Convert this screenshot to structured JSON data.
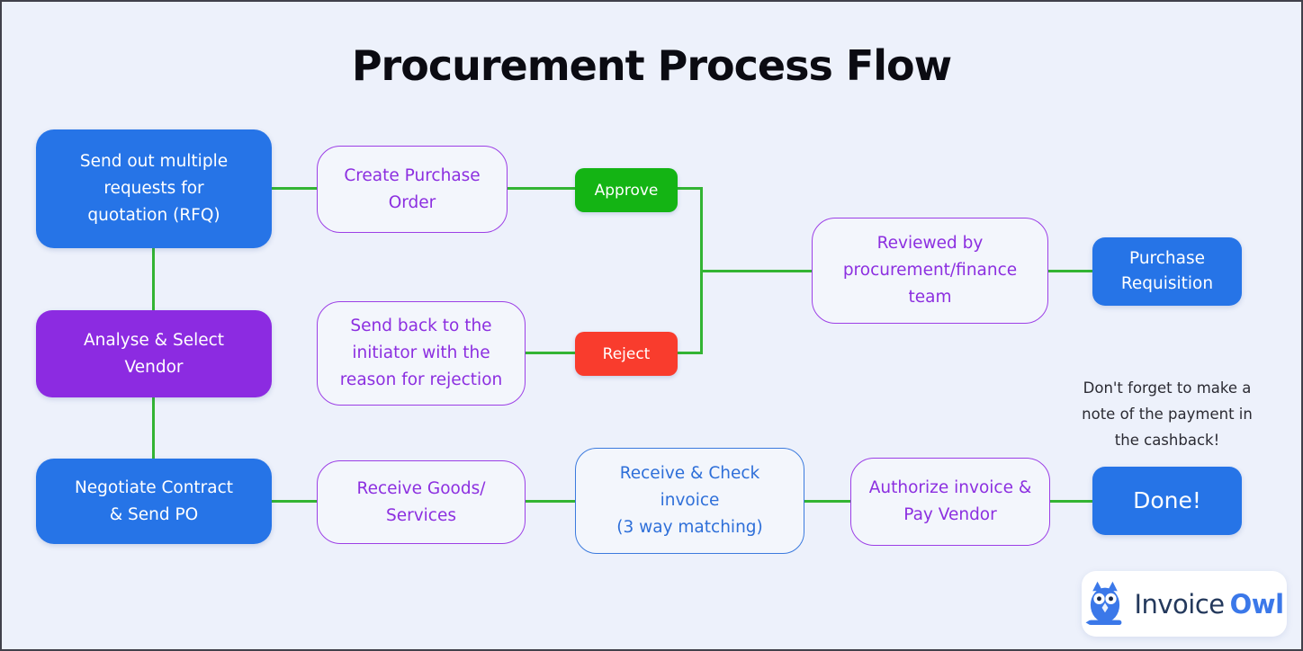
{
  "page": {
    "title": "Procurement Process Flow"
  },
  "colors": {
    "bg": "#edf1fb",
    "frame": "#41414b",
    "title": "#0b0b12",
    "blue": "#2674e7",
    "purple": "#8c2be1",
    "green": "#14b414",
    "red": "#f93c2d",
    "outlinePurpleBorder": "#9c3fe6",
    "outlinePurpleText": "#8c2fe0",
    "outlineBlueBorder": "#3b7ade",
    "outlineBlueText": "#2e6fd9",
    "line": "#33b433",
    "note": "#2b2b33",
    "card": "#ffffff",
    "logoDark": "#24395c",
    "logoBlue": "#3b78e9"
  },
  "nodes": {
    "rfq": {
      "label": "Send out multiple requests for quotation (RFQ)",
      "lines": [
        "Send out multiple",
        "requests for",
        "quotation (RFQ)"
      ]
    },
    "createPo": {
      "label": "Create Purchase Order",
      "lines": [
        "Create Purchase",
        "Order"
      ]
    },
    "approve": {
      "label": "Approve"
    },
    "reviewed": {
      "label": "Reviewed by procurement/finance team",
      "lines": [
        "Reviewed by",
        "procurement/finance",
        "team"
      ]
    },
    "requisition": {
      "label": "Purchase Requisition",
      "lines": [
        "Purchase",
        "Requisition"
      ]
    },
    "analyse": {
      "label": "Analyse & Select Vendor",
      "lines": [
        "Analyse & Select",
        "Vendor"
      ]
    },
    "sendBack": {
      "label": "Send back to the initiator with the reason for rejection",
      "lines": [
        "Send back to the",
        "initiator with the",
        "reason for rejection"
      ]
    },
    "reject": {
      "label": "Reject"
    },
    "negotiate": {
      "label": "Negotiate Contract & Send PO",
      "lines": [
        "Negotiate Contract",
        "& Send PO"
      ]
    },
    "receiveGoods": {
      "label": "Receive Goods/ Services",
      "lines": [
        "Receive Goods/",
        "Services"
      ]
    },
    "invoiceCheck": {
      "label": "Receive & Check invoice (3 way matching)",
      "lines": [
        "Receive & Check",
        "invoice",
        "(3 way matching)"
      ]
    },
    "authorize": {
      "label": "Authorize invoice & Pay Vendor",
      "lines": [
        "Authorize invoice &",
        "Pay Vendor"
      ]
    },
    "done": {
      "label": "Done!"
    }
  },
  "edges": [
    {
      "from": "rfq",
      "to": "createPo"
    },
    {
      "from": "createPo",
      "to": "approve"
    },
    {
      "from": "approve",
      "to": "reviewed"
    },
    {
      "from": "sendBack",
      "to": "reject"
    },
    {
      "from": "reject",
      "to": "reviewed"
    },
    {
      "from": "reviewed",
      "to": "requisition"
    },
    {
      "from": "rfq",
      "to": "analyse"
    },
    {
      "from": "analyse",
      "to": "sendBack"
    },
    {
      "from": "analyse",
      "to": "negotiate"
    },
    {
      "from": "negotiate",
      "to": "receiveGoods"
    },
    {
      "from": "receiveGoods",
      "to": "invoiceCheck"
    },
    {
      "from": "invoiceCheck",
      "to": "authorize"
    },
    {
      "from": "authorize",
      "to": "done"
    }
  ],
  "note": {
    "lines": [
      "Don't forget to make a",
      "note of the payment in",
      "the cashback!"
    ]
  },
  "logo": {
    "icon": "owl-icon",
    "word1": "Invoice",
    "word2": "Owl"
  }
}
